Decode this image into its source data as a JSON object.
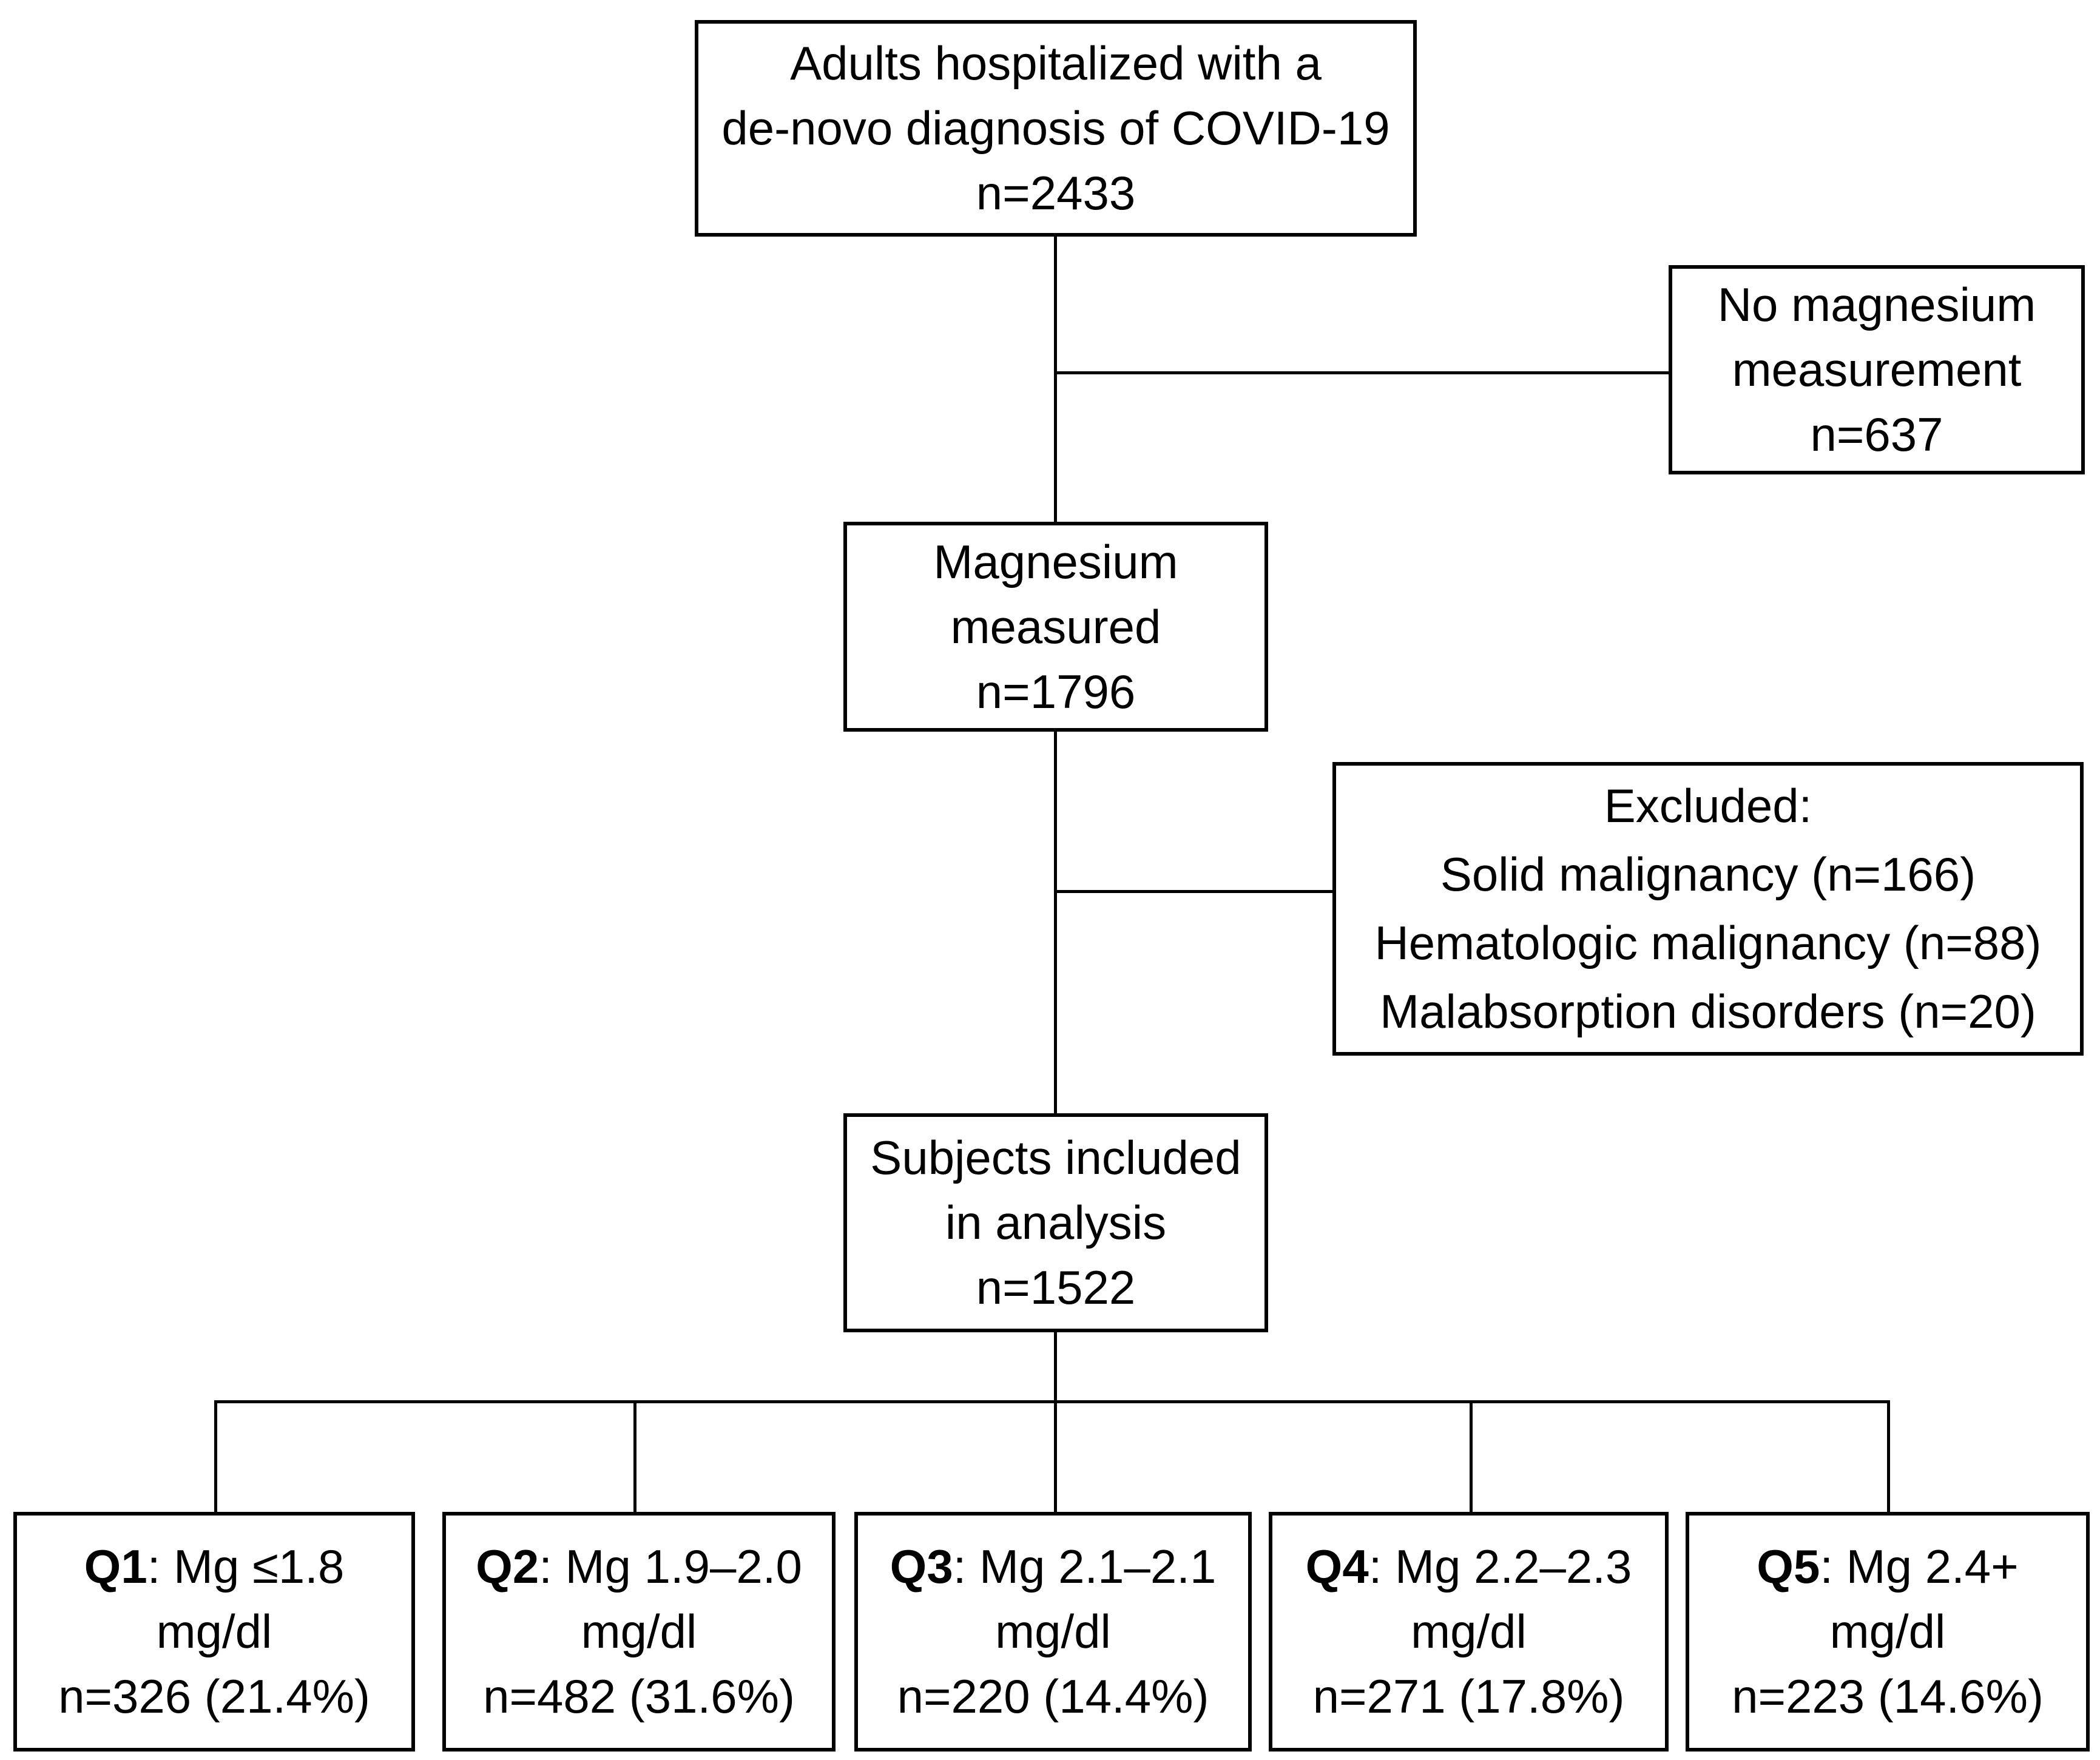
{
  "figure": {
    "type": "patient-flow-diagram",
    "background_color": "#ffffff",
    "line_color": "#000000",
    "text_color": "#000000"
  },
  "boxes": {
    "eligible": {
      "lines": [
        "Adults hospitalized with a",
        "de-novo diagnosis of COVID-19",
        "n=2433"
      ]
    },
    "no_magnesium": {
      "lines": [
        "No magnesium",
        "measurement",
        "n=637"
      ]
    },
    "magnesium_measured": {
      "lines": [
        "Magnesium",
        "measured",
        "n=1796"
      ]
    },
    "excluded": {
      "lines": [
        "Excluded:",
        "Solid malignancy (n=166)",
        "Hematologic malignancy (n=88)",
        "Malabsorption disorders (n=20)"
      ]
    },
    "included": {
      "lines": [
        "Subjects included",
        "in analysis",
        "n=1522"
      ]
    }
  },
  "quintiles": [
    {
      "label": "Q1",
      "range": ": Mg ≤1.8",
      "unit": "mg/dl",
      "count": "n=326 (21.4%)"
    },
    {
      "label": "Q2",
      "range": ": Mg 1.9–2.0",
      "unit": "mg/dl",
      "count": "n=482 (31.6%)"
    },
    {
      "label": "Q3",
      "range": ": Mg 2.1–2.1",
      "unit": "mg/dl",
      "count": "n=220 (14.4%)"
    },
    {
      "label": "Q4",
      "range": ": Mg 2.2–2.3",
      "unit": "mg/dl",
      "count": "n=271 (17.8%)"
    },
    {
      "label": "Q5",
      "range": ": Mg 2.4+",
      "unit": "mg/dl",
      "count": "n=223 (14.6%)"
    }
  ]
}
